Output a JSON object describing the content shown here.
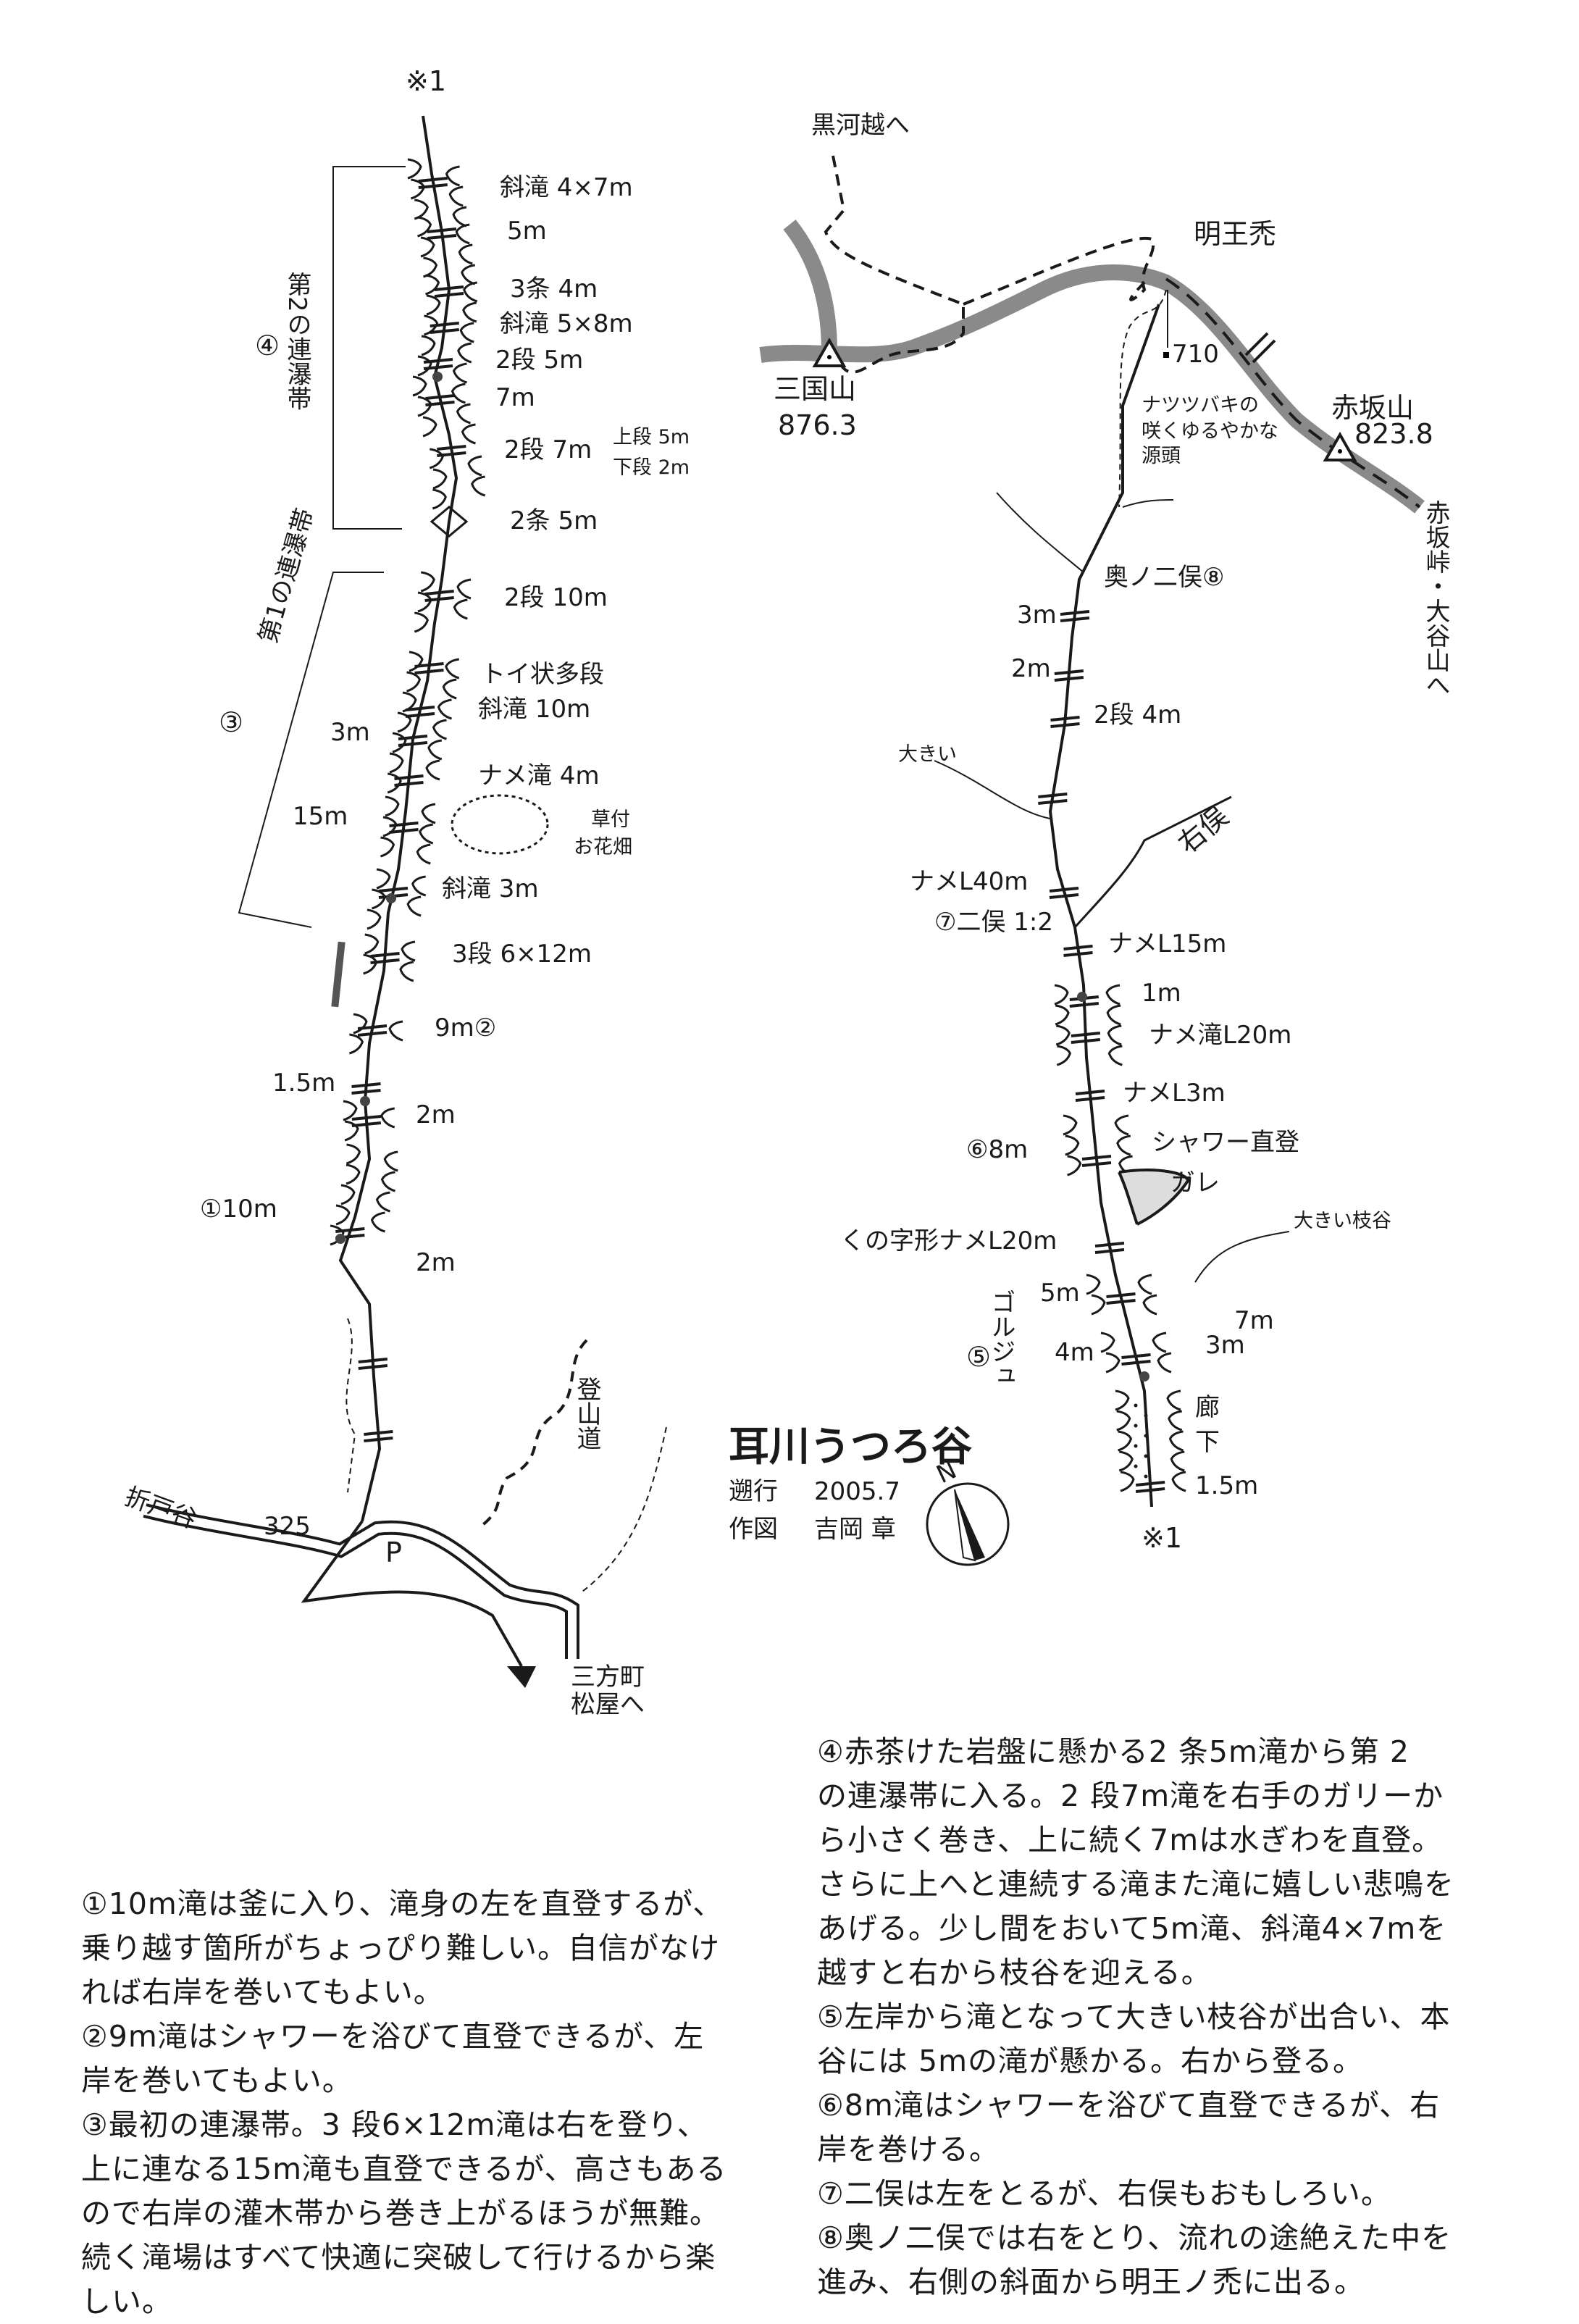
{
  "title": "耳川うつろ谷",
  "meta": {
    "survey_label": "遡行",
    "survey_date": "2005.7",
    "drawn_label": "作図",
    "author": "吉岡 章"
  },
  "compass": {
    "north": "N"
  },
  "left_route": {
    "start_mark": "※1",
    "labels": [
      "斜滝 4×7m",
      "5m",
      "3条 4m",
      "斜滝 5×8m",
      "2段 5m",
      "7m",
      "2段 7m",
      "上段 5m",
      "下段 2m",
      "2条 5m",
      "2段 10m",
      "トイ状多段",
      "斜滝 10m",
      "3m",
      "ナメ滝 4m",
      "15m",
      "草付",
      "お花畑",
      "斜滝 3m",
      "3段 6×12m",
      "9m②",
      "1.5m",
      "2m",
      "①10m",
      "2m"
    ],
    "zone2_num": "④",
    "zone2": "第2の連瀑帯",
    "zone1_num": "③",
    "zone1": "第1の連瀑帯",
    "elev_325": "325",
    "parking": "P",
    "valley": "折戸谷",
    "trail": "登山道",
    "dest_1": "三方町",
    "dest_2": "松屋へ"
  },
  "right_route": {
    "kurokawa": "黒河越へ",
    "myoo": "明王禿",
    "p710": "710",
    "mikuni": "三国山",
    "mikuni_elev": "876.3",
    "akasaka": "赤坂山",
    "akasaka_elev": "823.8",
    "akasaka_pass": "赤坂峠・大谷山へ",
    "source_1": "ナツツバキの",
    "source_2": "咲くゆるやかな",
    "source_3": "源頭",
    "labels": [
      "奥ノ二俣⑧",
      "3m",
      "2m",
      "2段 4m",
      "大きい",
      "右俣",
      "ナメL40m",
      "⑦二俣 1:2",
      "ナメL15m",
      "1m",
      "ナメ滝L20m",
      "ナメL3m",
      "⑥8m",
      "シャワー直登",
      "ガレ",
      "大きい枝谷",
      "くの字形ナメL20m",
      "5m",
      "7m",
      "3m",
      "4m",
      "⑤",
      "ゴルジュ",
      "廊",
      "下",
      "1.5m",
      "※1"
    ]
  },
  "notes_left": [
    "①10m滝は釜に入り、滝身の左を直登するが、",
    "乗り越す箇所がちょっぴり難しい。自信がなけ",
    "れば右岸を巻いてもよい。",
    "②9m滝はシャワーを浴びて直登できるが、左",
    "岸を巻いてもよい。",
    "③最初の連瀑帯。3 段6×12m滝は右を登り、",
    "上に連なる15m滝も直登できるが、高さもある",
    "ので右岸の灌木帯から巻き上がるほうが無難。",
    "続く滝場はすべて快適に突破して行けるから楽",
    "しい。"
  ],
  "notes_right": [
    "④赤茶けた岩盤に懸かる2 条5m滝から第 2",
    "の連瀑帯に入る。2 段7m滝を右手のガリーか",
    "ら小さく巻き、上に続く7mは水ぎわを直登。",
    "さらに上へと連続する滝また滝に嬉しい悲鳴を",
    "あげる。少し間をおいて5m滝、斜滝4×7mを",
    "越すと右から枝谷を迎える。",
    "⑤左岸から滝となって大きい枝谷が出合い、本",
    "谷には 5mの滝が懸かる。右から登る。",
    "⑥8m滝はシャワーを浴びて直登できるが、右",
    "岸を巻ける。",
    "⑦二俣は左をとるが、右俣もおもしろい。",
    "⑧奥ノ二俣では右をとり、流れの途絶えた中を",
    "進み、右側の斜面から明王ノ禿に出る。"
  ],
  "colors": {
    "ink": "#1a1a1a",
    "ridge": "#8a8a8a"
  }
}
